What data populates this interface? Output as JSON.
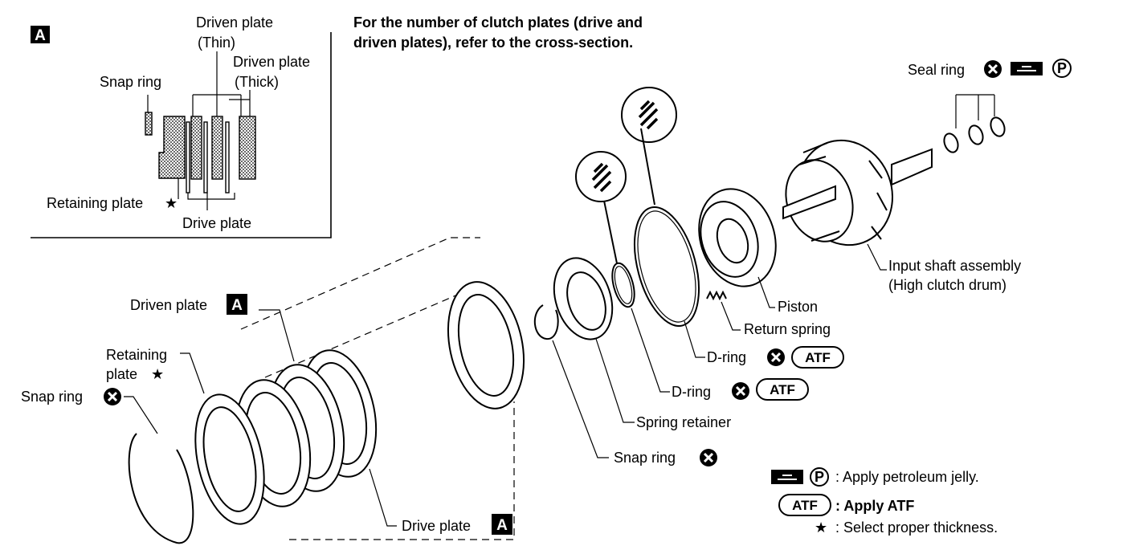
{
  "note": {
    "line1": "For the number of clutch plates (drive and",
    "line2": "driven plates), refer to the cross-section."
  },
  "inset": {
    "badge": "A",
    "driven_plate_thin_line1": "Driven plate",
    "driven_plate_thin_line2": "(Thin)",
    "driven_plate_thick_line1": "Driven plate",
    "driven_plate_thick_line2": "(Thick)",
    "snap_ring": "Snap ring",
    "retaining_plate": "Retaining plate",
    "drive_plate": "Drive plate"
  },
  "parts": {
    "seal_ring": "Seal ring",
    "input_shaft_line1": "Input shaft assembly",
    "input_shaft_line2": "(High clutch drum)",
    "piston": "Piston",
    "return_spring": "Return spring",
    "d_ring_1": "D-ring",
    "d_ring_2": "D-ring",
    "spring_retainer": "Spring retainer",
    "snap_ring_inner": "Snap ring",
    "driven_plate": "Driven plate",
    "retaining_plate_line1": "Retaining",
    "retaining_plate_line2": "plate",
    "snap_ring_outer": "Snap ring",
    "drive_plate": "Drive plate",
    "badge_a": "A",
    "atf": "ATF",
    "star": "★",
    "p": "P"
  },
  "legend": {
    "petroleum_jelly": ": Apply petroleum jelly.",
    "apply_atf": ": Apply ATF",
    "select_thickness": ": Select proper thickness.",
    "atf": "ATF",
    "p": "P",
    "star": "★"
  }
}
